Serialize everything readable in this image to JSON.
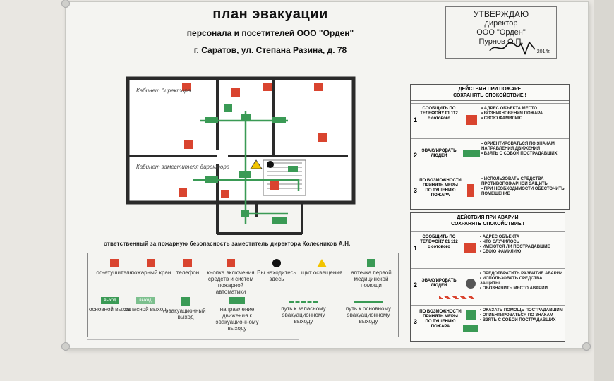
{
  "header": {
    "title": "план эвакуации",
    "subtitle": "персонала и посетителей ООО \"Орден\"",
    "address": "г. Саратов, ул. Степана Разина, д. 78"
  },
  "approval": {
    "line1": "УТВЕРЖДАЮ",
    "line2": "директор",
    "line3": "ООО \"Орден\"",
    "line4": "Пурнов О.П.",
    "year": "2014г."
  },
  "rooms": {
    "director": "Кабинет директора",
    "deputy": "Кабинет заместителя директора"
  },
  "responsible": "ответственный за пожарную безопасность заместитель директора Колесников А.Н.",
  "legend": {
    "items": [
      {
        "label": "огнетушитель",
        "icon": "fire-extinguisher-icon"
      },
      {
        "label": "пожарный кран",
        "icon": "fire-hose-icon"
      },
      {
        "label": "телефон",
        "icon": "phone-icon"
      },
      {
        "label": "кнопка включения средств и систем пожарной автоматики",
        "icon": "alarm-button-icon"
      },
      {
        "label": "Вы находитесь здесь",
        "icon": "you-are-here-icon"
      },
      {
        "label": "щит освещения",
        "icon": "warning-icon"
      },
      {
        "label": "аптечка первой медицинской помощи",
        "icon": "first-aid-icon"
      },
      {
        "label": "основной выход",
        "icon": "main-exit-icon"
      },
      {
        "label": "запасной выход",
        "icon": "reserve-exit-icon"
      },
      {
        "label": "эвакуационный выход",
        "icon": "evac-exit-icon"
      },
      {
        "label": "направление движения к эвакуационному выходу",
        "icon": "direction-arrow-icon"
      },
      {
        "label": "путь к запасному эвакуационному выходу",
        "icon": "reserve-path-icon"
      },
      {
        "label": "путь к основному эвакуационному выходу",
        "icon": "main-path-icon"
      }
    ],
    "exit_text": "выход"
  },
  "fire": {
    "title": "ДЕЙСТВИЯ ПРИ ПОЖАРЕ",
    "subtitle": "СОХРАНЯТЬ СПОКОЙСТВИЕ !",
    "rows": [
      {
        "num": "1",
        "action": "СООБЩИТЬ ПО ТЕЛЕФОНУ 01 112 с сотового",
        "steps": [
          "• АДРЕС ОБЪЕКТА МЕСТО",
          "• ВОЗНИКНОВЕНИЯ ПОЖАРА",
          "• СВОЮ ФАМИЛИЮ"
        ]
      },
      {
        "num": "2",
        "action": "ЭВАКУИРОВАТЬ ЛЮДЕЙ",
        "steps": [
          "• ОРИЕНТИРОВАТЬСЯ ПО ЗНАКАМ",
          "НАПРАВЛЕНИЯ ДВИЖЕНИЯ",
          "• ВЗЯТЬ С СОБОЙ ПОСТРАДАВШИХ"
        ]
      },
      {
        "num": "3",
        "action": "ПО ВОЗМОЖНОСТИ ПРИНЯТЬ МЕРЫ ПО ТУШЕНИЮ ПОЖАРА",
        "steps": [
          "• ИСПОЛЬЗОВАТЬ СРЕДСТВА",
          "ПРОТИВОПОЖАРНОЙ ЗАЩИТЫ",
          "• ПРИ НЕОБХОДИМОСТИ ОБЕСТОЧИТЬ ПОМЕЩЕНИЕ"
        ]
      }
    ]
  },
  "accident": {
    "title": "ДЕЙСТВИЯ ПРИ АВАРИИ",
    "subtitle": "СОХРАНЯТЬ СПОКОЙСТВИЕ !",
    "rows": [
      {
        "num": "1",
        "action": "СООБЩИТЬ ПО ТЕЛЕФОНУ 01 112 с сотового",
        "steps": [
          "• АДРЕС ОБЪЕКТА",
          "• ЧТО СЛУЧИЛОСЬ",
          "• ИМЕЮТСЯ ЛИ ПОСТРАДАВШИЕ",
          "• СВОЮ ФАМИЛИЮ"
        ]
      },
      {
        "num": "2",
        "action": "ЭВАКУИРОВАТЬ ЛЮДЕЙ",
        "steps": [
          "• ПРЕДОТВРАТИТЬ РАЗВИТИЕ АВАРИИ",
          "• ИСПОЛЬЗОВАТЬ СРЕДСТВА ЗАЩИТЫ",
          "• ОБОЗНАЧИТЬ МЕСТО АВАРИИ"
        ]
      },
      {
        "num": "3",
        "action": "ПО ВОЗМОЖНОСТИ ПРИНЯТЬ МЕРЫ ПО ТУШЕНИЮ ПОЖАРА",
        "steps": [
          "• ОКАЗАТЬ ПОМОЩЬ ПОСТРАДАВШИМ",
          "• ОРИЕНТИРОВАТЬСЯ ПО ЗНАКАМ",
          "• ВЗЯТЬ С СОБОЙ ПОСТРАДАВШИХ"
        ]
      }
    ]
  },
  "colors": {
    "red": "#d9442f",
    "green": "#3a9a55",
    "wall": "#2a2a2a"
  }
}
